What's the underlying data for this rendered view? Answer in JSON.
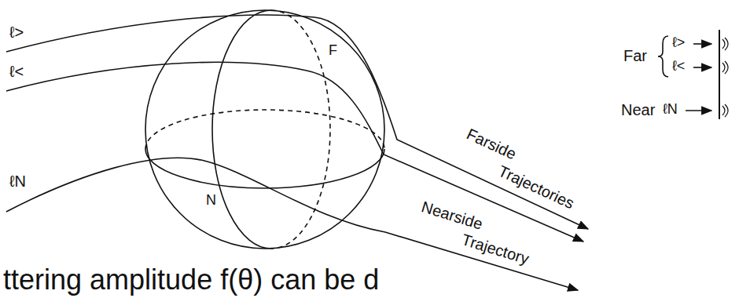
{
  "diagram": {
    "labels": [
      "ℓ>",
      "ℓ<",
      "ℓN",
      "F",
      "N",
      "Farside",
      "Trajectories",
      "Nearside",
      "Trajectory",
      "Far",
      "ℓ>",
      "ℓ<",
      "Near",
      "ℓN",
      "ttering amplitude f(θ) can be d"
    ]
  }
}
